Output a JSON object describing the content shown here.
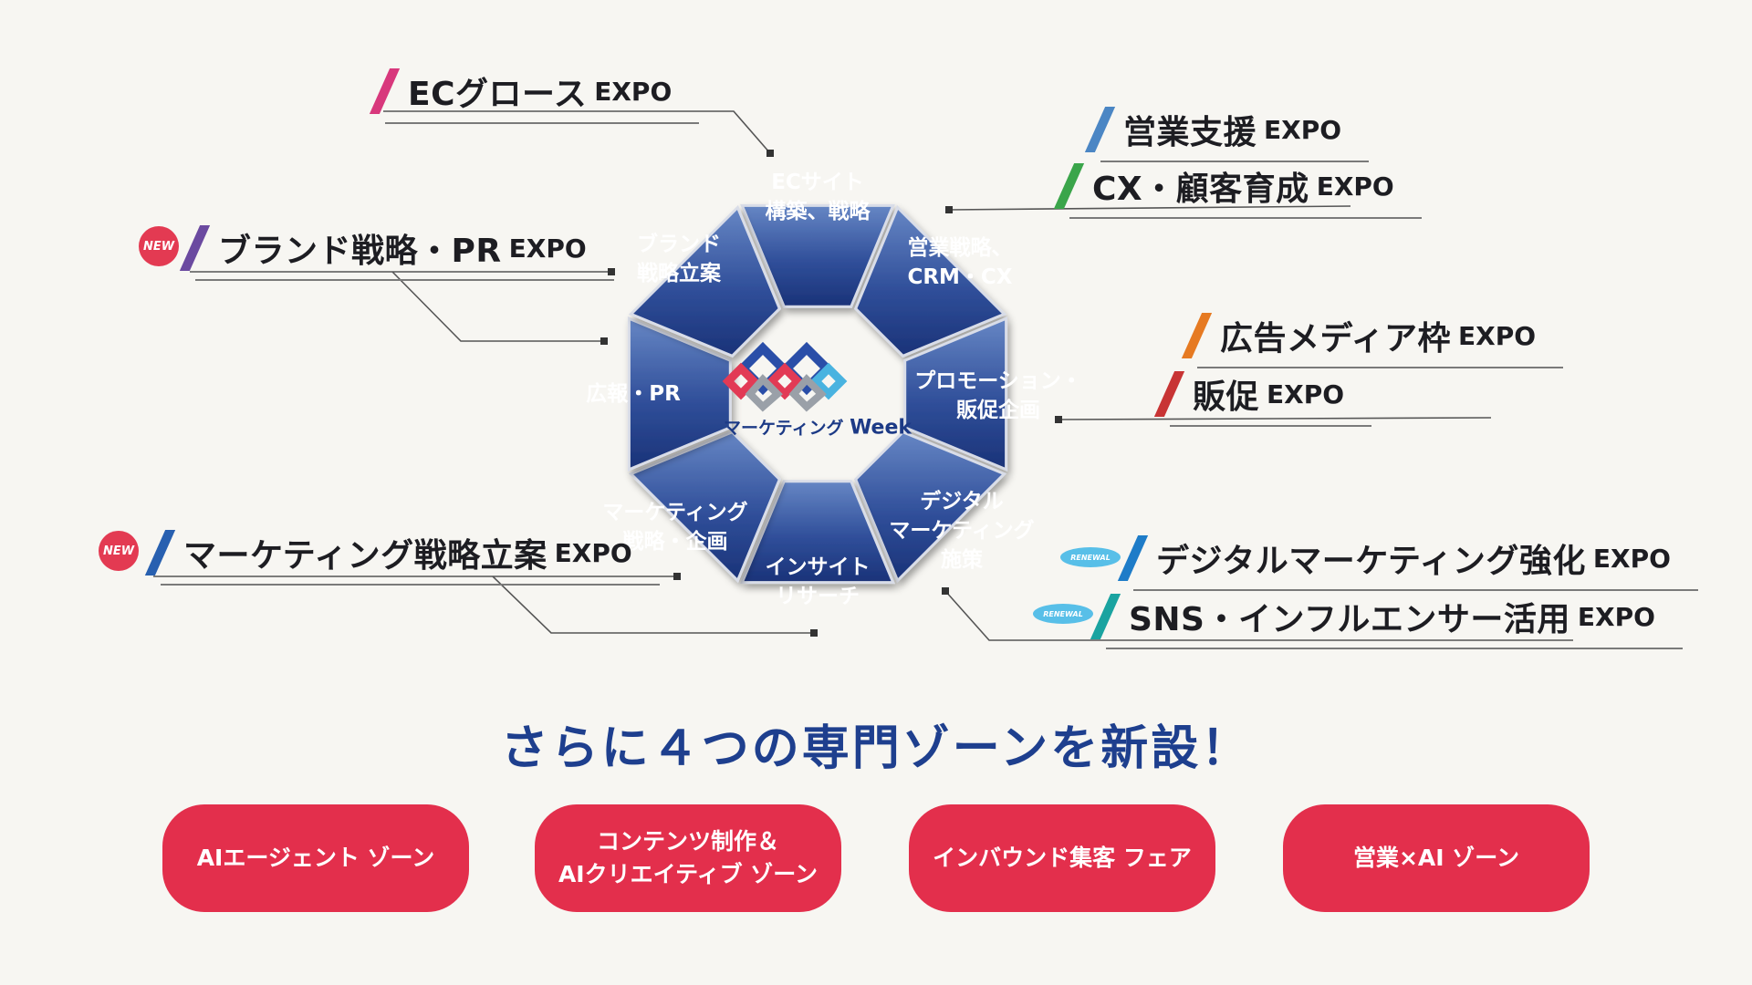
{
  "diagram": {
    "segments": [
      {
        "line1": "ECサイト",
        "line2": "構築、戦略"
      },
      {
        "line1": "営業戦略、",
        "line2": "CRM・CX"
      },
      {
        "line1": "プロモーション・",
        "line2": "販促企画"
      },
      {
        "line1": "デジタル",
        "line2": "マーケティング",
        "line3": "施策"
      },
      {
        "line1": "インサイト",
        "line2": "リサーチ"
      },
      {
        "line1": "マーケティング",
        "line2": "戦略・企画"
      },
      {
        "line1": "広報・PR"
      },
      {
        "line1": "ブランド",
        "line2": "戦略立案"
      }
    ],
    "center": {
      "text": "マーケティング",
      "week": "Week"
    }
  },
  "expos": [
    {
      "name": "ECグロース",
      "suffix": "EXPO",
      "color": "#d8387c"
    },
    {
      "name": "営業支援",
      "suffix": "EXPO",
      "color": "#4b86c4"
    },
    {
      "name": "CX・顧客育成",
      "suffix": "EXPO",
      "color": "#3aa54a"
    },
    {
      "name": "ブランド戦略・PR",
      "suffix": "EXPO",
      "color": "#6b4aa0",
      "badge": "NEW"
    },
    {
      "name": "広告メディア枠",
      "suffix": "EXPO",
      "color": "#e67a22"
    },
    {
      "name": "販促",
      "suffix": "EXPO",
      "color": "#c83434"
    },
    {
      "name": "マーケティング戦略立案",
      "suffix": "EXPO",
      "color": "#2860b0",
      "badge": "NEW"
    },
    {
      "name": "デジタルマーケティング強化",
      "suffix": "EXPO",
      "color": "#1e7cc8",
      "badge": "RENEWAL"
    },
    {
      "name": "SNS・インフルエンサー活用",
      "suffix": "EXPO",
      "color": "#1aa3a0",
      "badge": "RENEWAL"
    }
  ],
  "headline": "さらに４つの専門ゾーンを新設！",
  "zones": [
    {
      "line1": "AIエージェント ゾーン"
    },
    {
      "line1": "コンテンツ制作＆",
      "line2": "AIクリエイティブ ゾーン"
    },
    {
      "line1": "インバウンド集客 フェア"
    },
    {
      "line1": "営業×AI ゾーン"
    }
  ],
  "colors": {
    "segment_light": "#5f7fbe",
    "segment_dark": "#1c3479",
    "headline": "#1e3f8e",
    "zone_button": "#e32f4c",
    "badge_new": "#e33a52",
    "badge_renewal": "#58bfe8"
  }
}
